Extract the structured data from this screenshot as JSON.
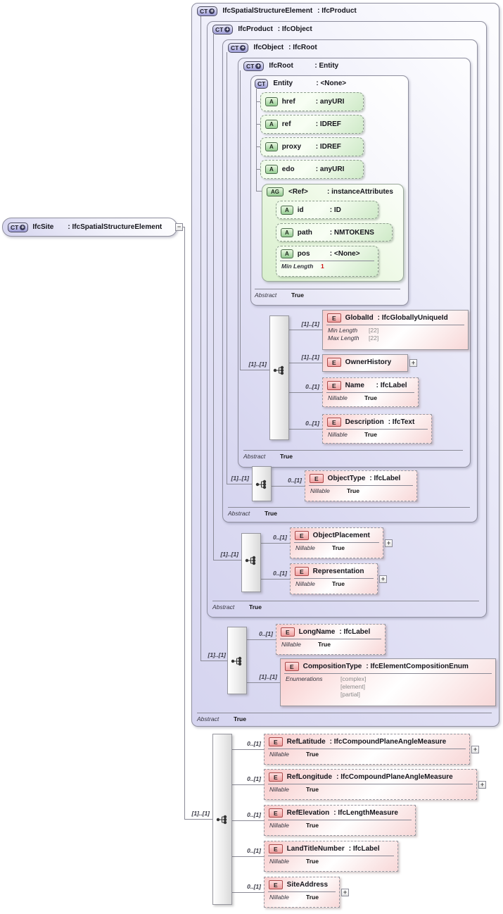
{
  "glyphs": {
    "ct": "CT",
    "a": "A",
    "ag": "AG",
    "e": "E",
    "badge_plus": "+",
    "expand": "+",
    "collapse": "−"
  },
  "site_node": {
    "name": "IfcSite",
    "type": ": IfcSpatialStructureElement"
  },
  "levels": {
    "spatial": {
      "name": "IfcSpatialStructureElement",
      "type": ": IfcProduct",
      "abstract": {
        "label": "Abstract",
        "value": "True"
      }
    },
    "product": {
      "name": "IfcProduct",
      "type": ": IfcObject",
      "abstract": {
        "label": "Abstract",
        "value": "True"
      }
    },
    "object": {
      "name": "IfcObject",
      "type": ": IfcRoot",
      "abstract": {
        "label": "Abstract",
        "value": "True"
      }
    },
    "root": {
      "name": "IfcRoot",
      "type": ": Entity",
      "abstract": {
        "label": "Abstract",
        "value": "True"
      }
    },
    "entity": {
      "name": "Entity",
      "type": ": <None>",
      "abstract": {
        "label": "Abstract",
        "value": "True"
      }
    }
  },
  "entity_attrs": [
    {
      "name": "href",
      "type": ": anyURI"
    },
    {
      "name": "ref",
      "type": ": IDREF"
    },
    {
      "name": "proxy",
      "type": ": IDREF"
    },
    {
      "name": "edo",
      "type": ": anyURI"
    }
  ],
  "ref_group": {
    "name": "<Ref>",
    "type": ": instanceAttributes",
    "attrs": [
      {
        "name": "id",
        "type": ": ID"
      },
      {
        "name": "path",
        "type": ": NMTOKENS"
      },
      {
        "name": "pos",
        "type": ": <None>",
        "facet": {
          "label": "Min Length",
          "value": "1"
        }
      }
    ]
  },
  "sequences": {
    "root": {
      "card": "[1]..[1]",
      "children": [
        {
          "card": "[1]..[1]",
          "name": "GlobalId",
          "type": ": IfcGloballyUniqueId",
          "facets": [
            {
              "label": "Min Length",
              "value": "[22]"
            },
            {
              "label": "Max Length",
              "value": "[22]"
            }
          ]
        },
        {
          "card": "[1]..[1]",
          "name": "OwnerHistory",
          "type": ""
        },
        {
          "card": "0..[1]",
          "name": "Name",
          "type": ": IfcLabel",
          "facets": [
            {
              "label": "Nillable",
              "value": "True"
            }
          ]
        },
        {
          "card": "0..[1]",
          "name": "Description",
          "type": ": IfcText",
          "facets": [
            {
              "label": "Nillable",
              "value": "True"
            }
          ]
        }
      ]
    },
    "object": {
      "card": "[1]..[1]",
      "children": [
        {
          "card": "0..[1]",
          "name": "ObjectType",
          "type": ": IfcLabel",
          "facets": [
            {
              "label": "Nillable",
              "value": "True"
            }
          ]
        }
      ]
    },
    "product": {
      "card": "[1]..[1]",
      "children": [
        {
          "card": "0..[1]",
          "name": "ObjectPlacement",
          "type": "",
          "facets": [
            {
              "label": "Nillable",
              "value": "True"
            }
          ]
        },
        {
          "card": "0..[1]",
          "name": "Representation",
          "type": "",
          "facets": [
            {
              "label": "Nillable",
              "value": "True"
            }
          ]
        }
      ]
    },
    "spatial": {
      "card": "[1]..[1]",
      "children": [
        {
          "card": "0..[1]",
          "name": "LongName",
          "type": ": IfcLabel",
          "facets": [
            {
              "label": "Nillable",
              "value": "True"
            }
          ]
        },
        {
          "card": "[1]..[1]",
          "name": "CompositionType",
          "type": ": IfcElementCompositionEnum",
          "enum": {
            "label": "Enumerations",
            "values": [
              "[complex]",
              "[element]",
              "[partial]"
            ]
          }
        }
      ]
    },
    "site": {
      "card": "[1]..[1]",
      "children": [
        {
          "card": "0..[1]",
          "name": "RefLatitude",
          "type": ": IfcCompoundPlaneAngleMeasure",
          "facets": [
            {
              "label": "Nillable",
              "value": "True"
            }
          ]
        },
        {
          "card": "0..[1]",
          "name": "RefLongitude",
          "type": ": IfcCompoundPlaneAngleMeasure",
          "facets": [
            {
              "label": "Nillable",
              "value": "True"
            }
          ]
        },
        {
          "card": "0..[1]",
          "name": "RefElevation",
          "type": ": IfcLengthMeasure",
          "facets": [
            {
              "label": "Nillable",
              "value": "True"
            }
          ]
        },
        {
          "card": "0..[1]",
          "name": "LandTitleNumber",
          "type": ": IfcLabel",
          "facets": [
            {
              "label": "Nillable",
              "value": "True"
            }
          ]
        },
        {
          "card": "0..[1]",
          "name": "SiteAddress",
          "type": "",
          "facets": [
            {
              "label": "Nillable",
              "value": "True"
            }
          ]
        }
      ]
    }
  }
}
